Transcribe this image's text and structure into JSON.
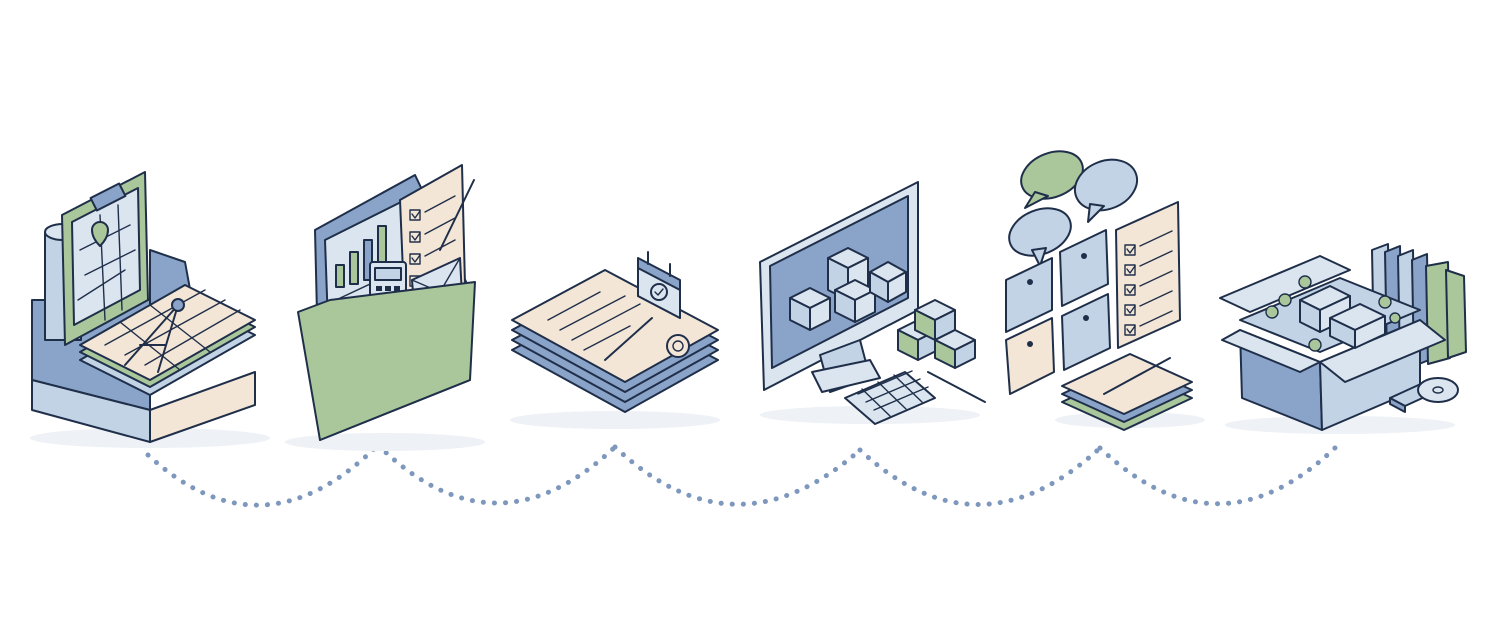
{
  "palette": {
    "blue": "#8aa3c8",
    "blue_light": "#c3d3e6",
    "blue_pale": "#dbe5f0",
    "green": "#a9c79b",
    "green_light": "#cfe0c4",
    "cream": "#f4e6d6",
    "ink": "#1f2f4a",
    "dots": "#7d97bd"
  },
  "illustrations": [
    {
      "name": "survey-site-plan-stage",
      "icons": [
        "clipboard-icon",
        "map-roll-icon",
        "location-pin-icon",
        "drafting-compass-icon",
        "document-tray-icon"
      ]
    },
    {
      "name": "budget-analysis-stage",
      "icons": [
        "folder-icon",
        "bar-chart-icon",
        "calculator-icon",
        "checklist-icon",
        "pencil-icon",
        "envelope-icon"
      ]
    },
    {
      "name": "contract-approval-stage",
      "icons": [
        "document-stack-icon",
        "pen-icon",
        "seal-icon",
        "calendar-check-icon"
      ]
    },
    {
      "name": "3d-modeling-stage",
      "icons": [
        "monitor-icon",
        "cubes-icon",
        "keyboard-icon",
        "stylus-icon"
      ]
    },
    {
      "name": "review-feedback-stage",
      "icons": [
        "speech-bubble-icon",
        "sticky-note-icon",
        "checklist-icon",
        "notepad-icon",
        "pen-icon"
      ]
    },
    {
      "name": "delivery-package-stage",
      "icons": [
        "box-icon",
        "building-model-icon",
        "binder-icon",
        "disc-drive-icon"
      ]
    }
  ],
  "connector": {
    "style": "dotted-arc",
    "count": 5
  }
}
